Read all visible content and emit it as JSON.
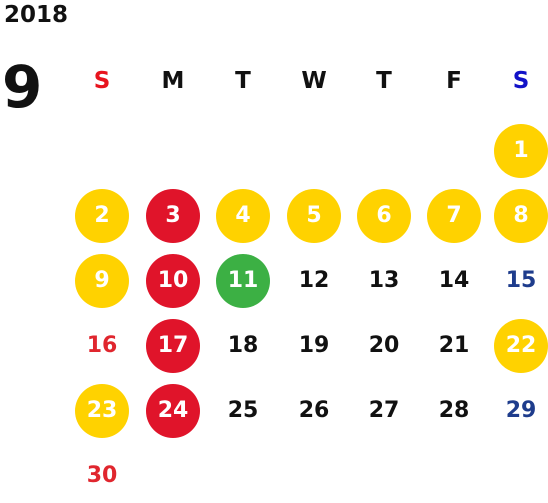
{
  "year": "2018",
  "month": "9",
  "weekdays": [
    "S",
    "M",
    "T",
    "W",
    "T",
    "F",
    "S"
  ],
  "colors": {
    "sunday_header": "#e8141e",
    "saturday_header": "#1212c8",
    "sunday_text": "#e0262e",
    "saturday_text": "#1e3c8c",
    "weekday_text": "#111111",
    "yellow_circle": "#ffd200",
    "red_circle": "#e0142a",
    "green_circle": "#3cb044"
  },
  "days": [
    {
      "n": "1",
      "style": "yellow"
    },
    {
      "n": "2",
      "style": "yellow"
    },
    {
      "n": "3",
      "style": "red"
    },
    {
      "n": "4",
      "style": "yellow"
    },
    {
      "n": "5",
      "style": "yellow"
    },
    {
      "n": "6",
      "style": "yellow"
    },
    {
      "n": "7",
      "style": "yellow"
    },
    {
      "n": "8",
      "style": "yellow"
    },
    {
      "n": "9",
      "style": "yellow"
    },
    {
      "n": "10",
      "style": "red"
    },
    {
      "n": "11",
      "style": "green"
    },
    {
      "n": "12",
      "style": "plain"
    },
    {
      "n": "13",
      "style": "plain"
    },
    {
      "n": "14",
      "style": "plain"
    },
    {
      "n": "15",
      "style": "plain"
    },
    {
      "n": "16",
      "style": "plain"
    },
    {
      "n": "17",
      "style": "red"
    },
    {
      "n": "18",
      "style": "plain"
    },
    {
      "n": "19",
      "style": "plain"
    },
    {
      "n": "20",
      "style": "plain"
    },
    {
      "n": "21",
      "style": "plain"
    },
    {
      "n": "22",
      "style": "yellow"
    },
    {
      "n": "23",
      "style": "yellow"
    },
    {
      "n": "24",
      "style": "red"
    },
    {
      "n": "25",
      "style": "plain"
    },
    {
      "n": "26",
      "style": "plain"
    },
    {
      "n": "27",
      "style": "plain"
    },
    {
      "n": "28",
      "style": "plain"
    },
    {
      "n": "29",
      "style": "plain"
    },
    {
      "n": "30",
      "style": "plain"
    }
  ]
}
